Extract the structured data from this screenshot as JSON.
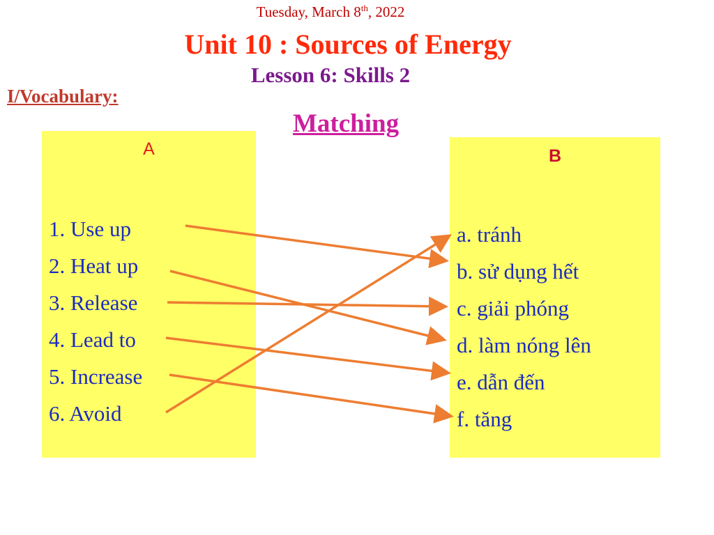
{
  "header": {
    "date_prefix": "Tuesday, March 8",
    "date_sup": "th",
    "date_suffix": ", 2022",
    "title": "Unit 10 : Sources of Energy",
    "lesson": "Lesson 6: Skills 2",
    "section": "I/Vocabulary:",
    "activity": "Matching"
  },
  "column_a": {
    "heading": "A",
    "items": [
      "1. Use up",
      "2. Heat up",
      "3. Release",
      "4. Lead to",
      "5. Increase",
      "6. Avoid"
    ]
  },
  "column_b": {
    "heading": "B",
    "items": [
      "a. tránh",
      "b. sử dụng hết",
      "c. giải phóng",
      "d. làm nóng lên",
      "e. dẫn đến",
      "f. tăng"
    ]
  },
  "matches": [
    {
      "from": "1",
      "to": "b"
    },
    {
      "from": "2",
      "to": "d"
    },
    {
      "from": "3",
      "to": "c"
    },
    {
      "from": "4",
      "to": "e"
    },
    {
      "from": "5",
      "to": "f"
    },
    {
      "from": "6",
      "to": "a"
    }
  ],
  "colors": {
    "arrow": "#ed7d31",
    "box_fill": "#ffff66",
    "item_text": "#1c2cbf"
  }
}
